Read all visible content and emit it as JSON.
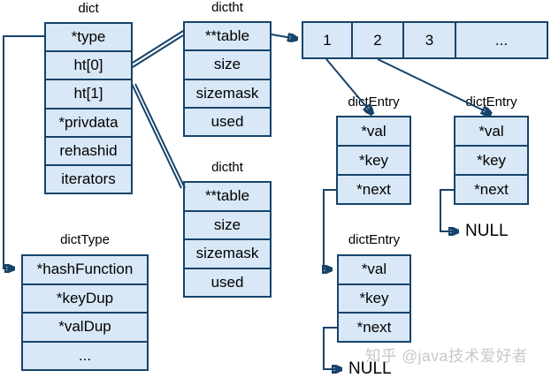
{
  "colors": {
    "box_fill": "#d9e8f6",
    "box_border": "#17436b",
    "connector": "#17436b",
    "text": "#000000",
    "watermark": "#c8c8c8"
  },
  "diagram": {
    "dict": {
      "title": "dict",
      "rows": [
        "*type",
        "ht[0]",
        "ht[1]",
        "*privdata",
        "rehashid",
        "iterators"
      ]
    },
    "dictht_top": {
      "title": "dictht",
      "rows": [
        "**table",
        "size",
        "sizemask",
        "used"
      ]
    },
    "dictht_bottom": {
      "title": "dictht",
      "rows": [
        "**table",
        "size",
        "sizemask",
        "used"
      ]
    },
    "bucket_array": {
      "cells": [
        "1",
        "2",
        "3",
        "..."
      ]
    },
    "dict_entry_top_left": {
      "title": "dictEntry",
      "rows": [
        "*val",
        "*key",
        "*next"
      ]
    },
    "dict_entry_top_right": {
      "title": "dictEntry",
      "rows": [
        "*val",
        "*key",
        "*next"
      ]
    },
    "dict_entry_bottom": {
      "title": "dictEntry",
      "rows": [
        "*val",
        "*key",
        "*next"
      ]
    },
    "dict_type": {
      "title": "dictType",
      "rows": [
        "*hashFunction",
        "*keyDup",
        "*valDup",
        "..."
      ]
    },
    "null_labels": {
      "right": "NULL",
      "bottom": "NULL"
    }
  },
  "watermark": "知乎 @java技术爱好者"
}
